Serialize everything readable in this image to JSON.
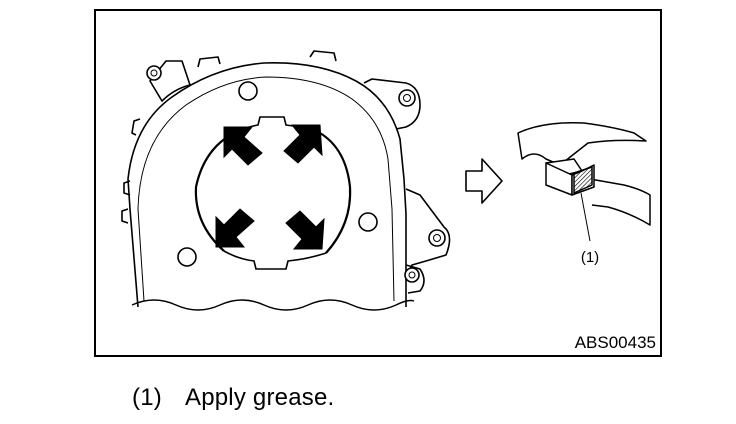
{
  "figure": {
    "image_code": "ABS00435",
    "callout_label": "(1)"
  },
  "caption": {
    "number": "(1)",
    "text": "Apply grease."
  },
  "colors": {
    "line": "#000000",
    "background": "#ffffff",
    "hatch": "#000000"
  }
}
